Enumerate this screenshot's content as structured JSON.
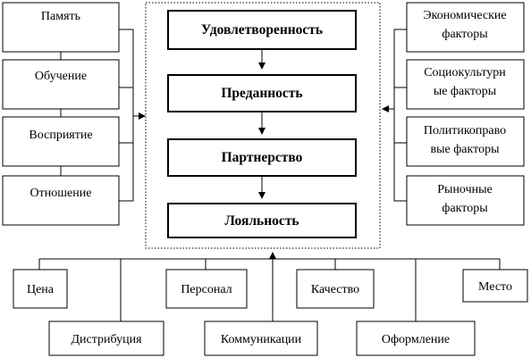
{
  "left_factors": [
    {
      "label": "Память"
    },
    {
      "label": "Обучение"
    },
    {
      "label": "Восприятие"
    },
    {
      "label": "Отношение"
    }
  ],
  "right_factors": [
    {
      "lines": [
        "Экономические",
        "факторы"
      ]
    },
    {
      "lines": [
        "Социокультурн",
        "ые факторы"
      ]
    },
    {
      "lines": [
        "Политикоправо",
        "вые факторы"
      ]
    },
    {
      "lines": [
        "Рыночные",
        "факторы"
      ]
    }
  ],
  "stages": [
    {
      "label": "Удовлетворенность"
    },
    {
      "label": "Преданность"
    },
    {
      "label": "Партнерство"
    },
    {
      "label": "Лояльность"
    }
  ],
  "bottom_upper": [
    {
      "label": "Цена"
    },
    {
      "label": "Персонал"
    },
    {
      "label": "Качество"
    },
    {
      "label": "Место"
    }
  ],
  "bottom_lower": [
    {
      "label": "Дистрибуция"
    },
    {
      "label": "Коммуникации"
    },
    {
      "label": "Оформление"
    }
  ]
}
